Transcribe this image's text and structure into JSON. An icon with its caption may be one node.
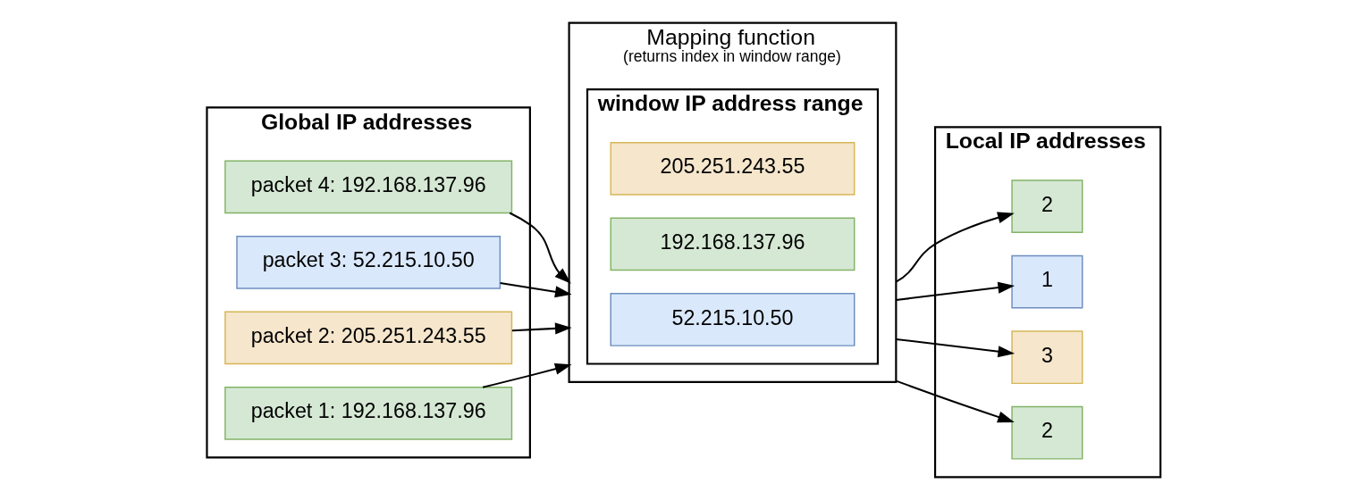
{
  "diagram": {
    "nodes": [
      {
        "text": [
          "Global IP addresses"
        ]
      },
      {
        "text": [
          "packet 1: 192.168.137.96"
        ],
        "in": 0
      },
      {
        "text": [
          "packet 2: 205.251.243.55"
        ],
        "in": 0
      },
      {
        "text": [
          "packet 3: 52.215.10.50"
        ],
        "in": 0
      },
      {
        "text": [
          "packet 4: 192.168.137.96"
        ],
        "in": 0
      },
      {
        "text": [
          "Mapping function",
          "(returns index in window range)"
        ]
      },
      {
        "text": [
          "window IP address range"
        ],
        "in": 5
      },
      {
        "text": [
          "52.215.10.50"
        ],
        "in": 6
      },
      {
        "text": [
          "192.168.137.96"
        ],
        "in": 6
      },
      {
        "text": [
          "205.251.243.55"
        ],
        "in": 6
      },
      {
        "text": [
          "Local IP addresses"
        ]
      },
      {
        "text": [
          "2"
        ],
        "in": 10
      },
      {
        "text": [
          "3"
        ],
        "in": 10
      },
      {
        "text": [
          "1"
        ],
        "in": 10
      },
      {
        "text": [
          "2"
        ],
        "in": 10
      }
    ],
    "edges": [
      {
        "from": 1,
        "to": 5,
        "arrow": "to"
      },
      {
        "from": 2,
        "to": 5,
        "arrow": "to"
      },
      {
        "from": 3,
        "to": 5,
        "arrow": "to"
      },
      {
        "from": 4,
        "to": 5,
        "arrow": "to"
      },
      {
        "from": 5,
        "to": 11,
        "arrow": "to"
      },
      {
        "from": 5,
        "to": 12,
        "arrow": "to"
      },
      {
        "from": 5,
        "to": 13,
        "arrow": "to"
      },
      {
        "from": 5,
        "to": 14,
        "arrow": "to"
      }
    ]
  }
}
